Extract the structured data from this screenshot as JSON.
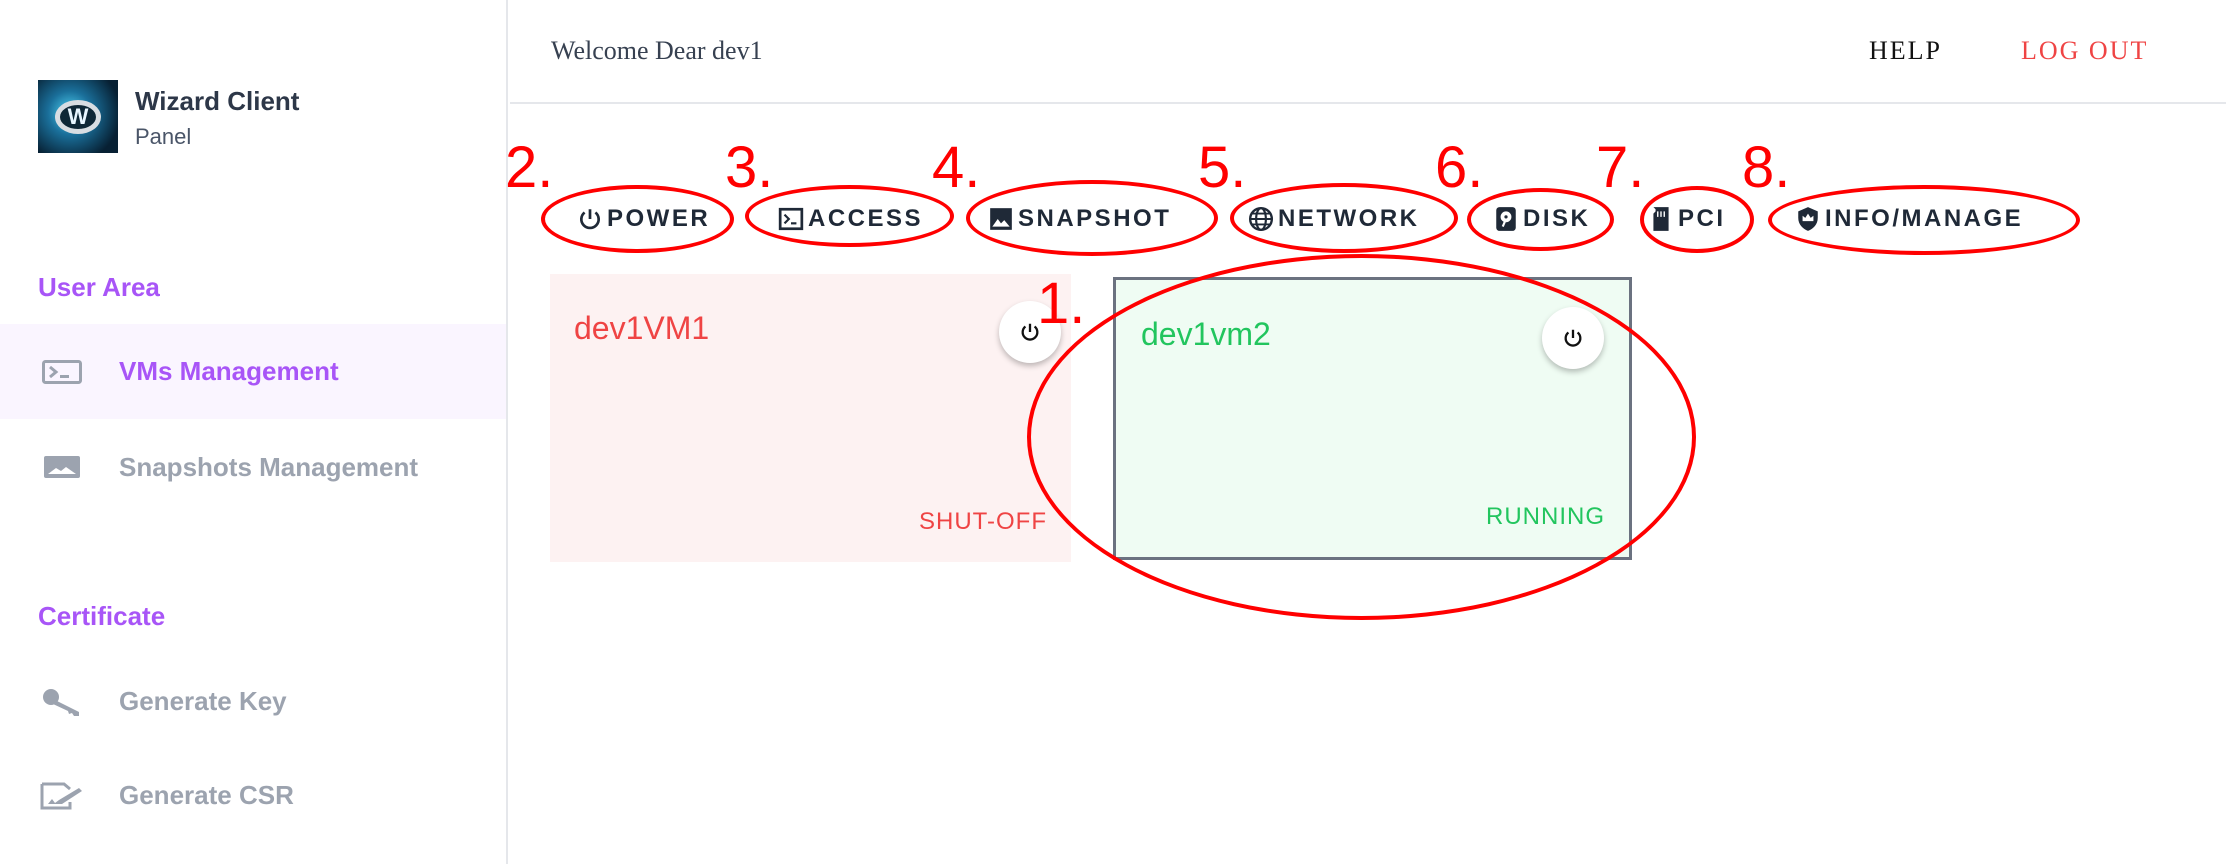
{
  "sidebar": {
    "brand_title": "Wizard Client",
    "brand_subtitle": "Panel",
    "sections": [
      {
        "label": "User Area",
        "items": [
          {
            "label": "VMs Management",
            "icon": "terminal-icon",
            "active": true
          },
          {
            "label": "Snapshots Management",
            "icon": "image-icon",
            "active": false
          }
        ]
      },
      {
        "label": "Certificate",
        "items": [
          {
            "label": "Generate Key",
            "icon": "key-icon",
            "active": false
          },
          {
            "label": "Generate CSR",
            "icon": "signature-icon",
            "active": false
          }
        ]
      }
    ]
  },
  "header": {
    "welcome": "Welcome Dear dev1",
    "help": "HELP",
    "logout": "LOG OUT"
  },
  "toolbar": [
    {
      "label": "POWER",
      "icon": "power-icon"
    },
    {
      "label": "ACCESS",
      "icon": "terminal-icon"
    },
    {
      "label": "SNAPSHOT",
      "icon": "image-icon"
    },
    {
      "label": "NETWORK",
      "icon": "globe-icon"
    },
    {
      "label": "DISK",
      "icon": "hard-disk-icon"
    },
    {
      "label": "PCI",
      "icon": "sd-card-icon"
    },
    {
      "label": "INFO/MANAGE",
      "icon": "shield-crown-icon"
    }
  ],
  "vms": [
    {
      "name": "dev1VM1",
      "status": "SHUT-OFF",
      "selected": false
    },
    {
      "name": "dev1vm2",
      "status": "RUNNING",
      "selected": true
    }
  ],
  "annotations": [
    "1.",
    "2.",
    "3.",
    "4.",
    "5.",
    "6.",
    "7.",
    "8."
  ],
  "colors": {
    "accent": "#a855f7",
    "danger": "#ef4444",
    "success": "#22c55e",
    "annotation": "#ff0000"
  }
}
